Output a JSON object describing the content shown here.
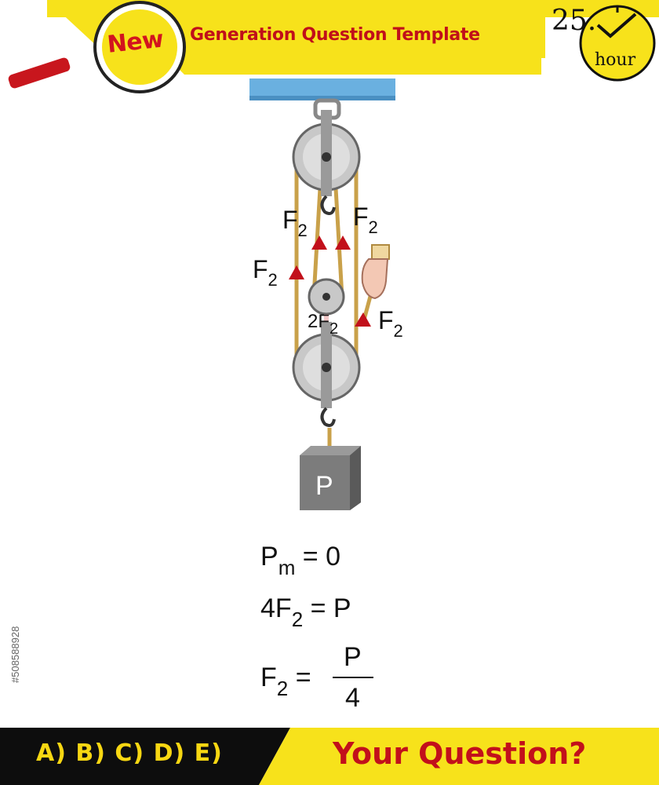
{
  "header": {
    "badge": "New",
    "title": "Generation Question Template",
    "hour_number": "25.",
    "hour_label": "hour"
  },
  "diagram": {
    "force_label_main": "F",
    "force_label_sub": "2",
    "double_force_prefix": "2F",
    "double_force_sub": "2",
    "load_label": "P"
  },
  "equations": {
    "eq1_left": "P",
    "eq1_sub": "m",
    "eq1_right": " = 0",
    "eq2_left": "4F",
    "eq2_sub": "2",
    "eq2_right": " = P",
    "eq3_left": "F",
    "eq3_sub": "2",
    "eq3_eq": " =",
    "eq3_num": "P",
    "eq3_den": "4"
  },
  "footer": {
    "answers": "A) B) C) D) E)",
    "question": "Your Question?"
  },
  "side_id": "#508588928",
  "colors": {
    "yellow": "#f7e21b",
    "red": "#c2101b",
    "black_bar": "#0d0d0d",
    "ceiling": "#6ab0e0",
    "rope": "#c9a14a"
  },
  "icons": {
    "magnifier": "magnifier-icon",
    "clock": "clock-icon",
    "hand": "hand-icon"
  }
}
